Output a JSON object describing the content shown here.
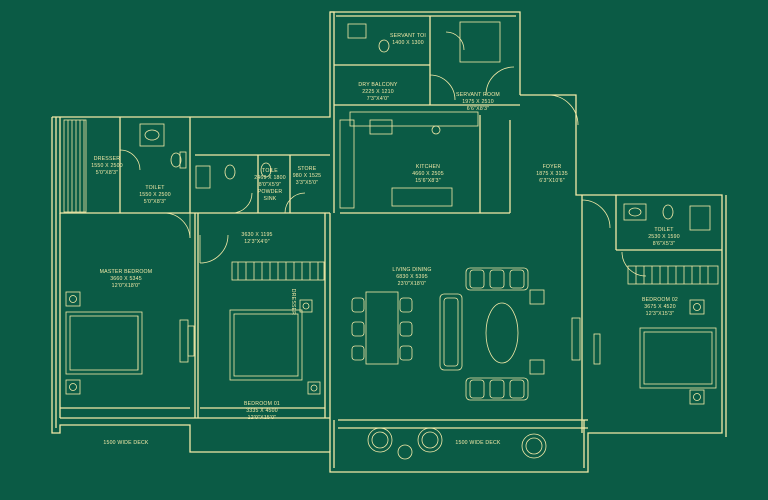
{
  "colors": {
    "background": "#0b5b45",
    "line": "#f3eaa8"
  },
  "rooms": {
    "servant_toilet": {
      "name": "SERVANT TOI",
      "dims": "1400 X 1300"
    },
    "dry_balcony": {
      "name": "DRY BALCONY",
      "dims": "2225 X 1210",
      "imperial": "7'3\"X4'0\""
    },
    "servant_room": {
      "name": "SERVANT ROOM",
      "dims": "1975 X 2510",
      "imperial": "6'6\"X8'3\""
    },
    "dresser": {
      "name": "DRESSER",
      "dims": "1550 X 2500",
      "imperial": "5'0\"X8'3\""
    },
    "toilet_master": {
      "name": "TOILET",
      "dims": "1550 X 2500",
      "imperial": "5'0\"X8'3\""
    },
    "toilet_common": {
      "name": "TOILE",
      "dims": "2469 X 1800",
      "imperial": "8'0\"X5'9\""
    },
    "powder": {
      "name": "POWDER",
      "sub": "SINK"
    },
    "store": {
      "name": "STORE",
      "dims": "980 X 1525",
      "imperial": "3'3\"X5'0\""
    },
    "kitchen": {
      "name": "KITCHEN",
      "dims": "4660 X 2505",
      "imperial": "15'6\"X8'3\""
    },
    "foyer": {
      "name": "FOYER",
      "dims": "1875 X 3135",
      "imperial": "6'3\"X10'6\""
    },
    "passage": {
      "dims": "3630 X 1195",
      "imperial": "12'3\"X4'0\""
    },
    "toilet_02": {
      "name": "TOILET",
      "dims": "2530 X 1590",
      "imperial": "8'6\"X5'3\""
    },
    "master_bedroom": {
      "name": "MASTER BEDROOM",
      "dims": "3660 X 5345",
      "imperial": "12'0\"X18'0\""
    },
    "living_dining": {
      "name": "LIVING DINING",
      "dims": "6830 X 5395",
      "imperial": "23'0\"X18'0\""
    },
    "bedroom_01": {
      "name": "BEDROOM 01",
      "dims": "3335 X 4500",
      "imperial": "12'0\"X15'0\""
    },
    "bedroom_02": {
      "name": "BEDROOM 02",
      "dims": "3675 X 4520",
      "imperial": "12'3\"X15'3\""
    },
    "dresser_tag": {
      "name": "DRESSER"
    },
    "deck_left": {
      "name": "1500 WIDE DECK"
    },
    "deck_mid": {
      "name": "1500 WIDE DECK"
    }
  }
}
